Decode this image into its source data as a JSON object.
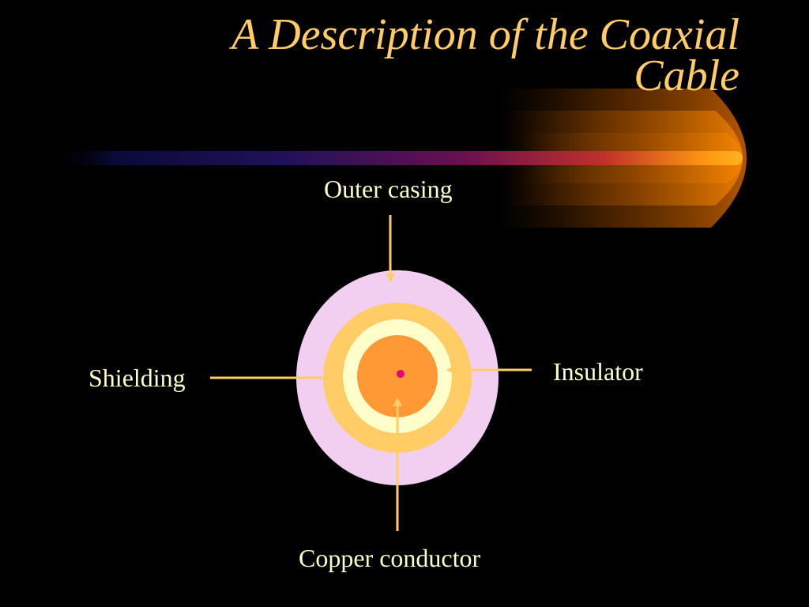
{
  "slide": {
    "title_line1": "A Description of the Coaxial",
    "title_line2": "Cable"
  },
  "diagram": {
    "labels": {
      "outer_casing": "Outer casing",
      "insulator": "Insulator",
      "shielding": "Shielding",
      "copper_conductor": "Copper conductor"
    },
    "colors": {
      "outer_casing": "#f2cff0",
      "shielding": "#ffcc66",
      "insulator": "#ffffcc",
      "copper_conductor": "#ff9933",
      "center_dot": "#e6007a",
      "pointer_lines": "#ffcc66",
      "label_text": "#ffffcc",
      "title_text": "#ffcc66"
    }
  }
}
